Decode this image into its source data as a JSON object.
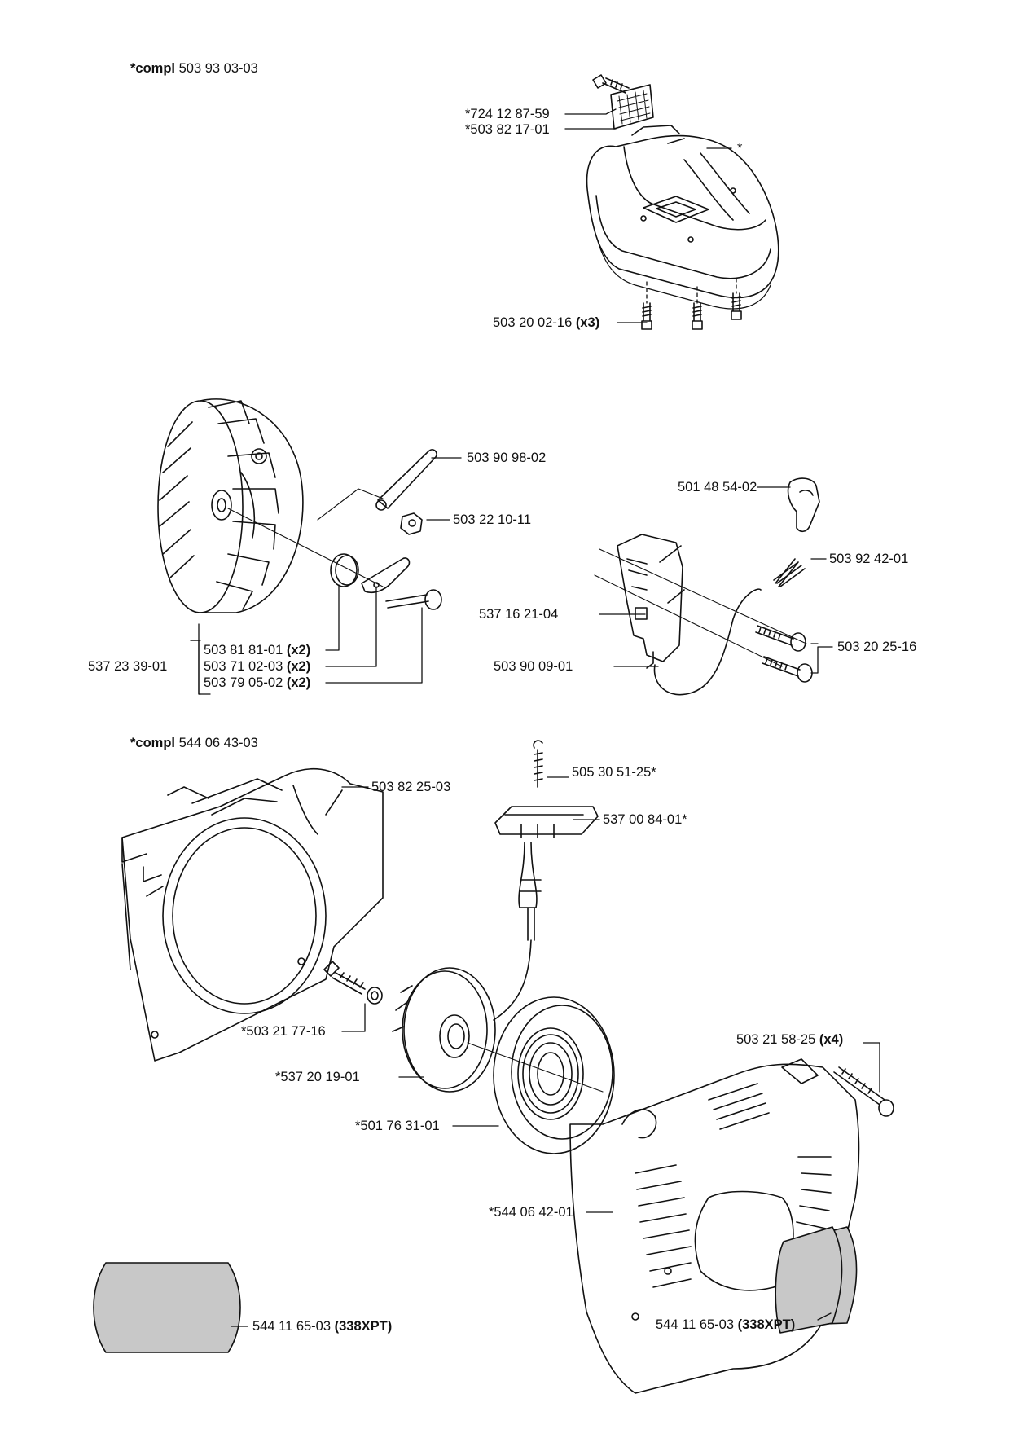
{
  "sections": [
    {
      "compl": {
        "prefix": "*compl",
        "number": "503 93 03-03"
      },
      "parts": {
        "decal_screw": "*724 12 87-59",
        "decal": "*503 82 17-01",
        "cover_star": "*",
        "cover_screw": {
          "number": "503 20 02-16",
          "qty": "(x3)"
        }
      }
    },
    {
      "parts": {
        "flywheel": "537 23 39-01",
        "lever": "503 90 98-02",
        "nut": "503 22 10-11",
        "spring": {
          "number": "503 81 81-01",
          "qty": "(x2)"
        },
        "pawl": {
          "number": "503 71 02-03",
          "qty": "(x2)"
        },
        "pin": {
          "number": "503 79 05-02",
          "qty": "(x2)"
        },
        "cap": "501 48 54-02",
        "spring2": "503 92 42-01",
        "ignition": "537 16 21-04",
        "ign_wire": "503 90 09-01",
        "ign_screw": "503 20 25-16"
      }
    },
    {
      "compl": {
        "prefix": "*compl",
        "number": "544 06 43-03"
      },
      "parts": {
        "fan_housing": "503 82 25-03",
        "rope": "505 30 51-25*",
        "handle": "537 00 84-01*",
        "center_screw": "*503 21 77-16",
        "pulley": "*537 20 19-01",
        "recoil_spring": "*501 76 31-01",
        "starter_screw": {
          "number": "503 21 58-25",
          "qty": "(x4)"
        },
        "starter_housing": "*544 06 42-01",
        "decal_left": {
          "number": "544 11 65-03",
          "qty": "(338XPT)"
        },
        "decal_right": {
          "number": "544 11 65-03",
          "qty": "(338XPT)"
        }
      }
    }
  ],
  "colors": {
    "ink": "#111111",
    "decal_fill": "#c8c8c8",
    "paper": "#ffffff"
  }
}
